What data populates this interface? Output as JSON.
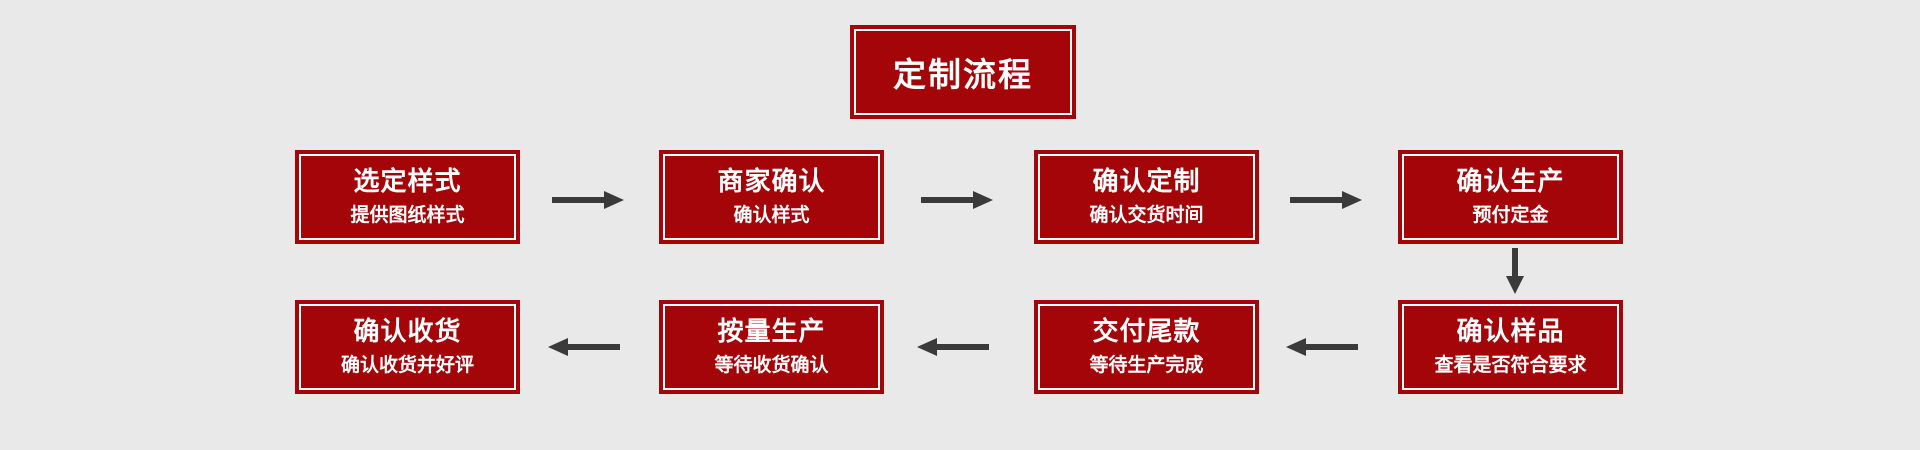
{
  "title": "定制流程",
  "colors": {
    "background": "#e9e9e9",
    "box_fill": "#a30509",
    "box_border": "#ffffff",
    "arrow": "#3a3a3a"
  },
  "steps": [
    {
      "main": "选定样式",
      "sub": "提供图纸样式"
    },
    {
      "main": "商家确认",
      "sub": "确认样式"
    },
    {
      "main": "确认定制",
      "sub": "确认交货时间"
    },
    {
      "main": "确认生产",
      "sub": "预付定金"
    },
    {
      "main": "确认样品",
      "sub": "查看是否符合要求"
    },
    {
      "main": "交付尾款",
      "sub": "等待生产完成"
    },
    {
      "main": "按量生产",
      "sub": "等待收货确认"
    },
    {
      "main": "确认收货",
      "sub": "确认收货并好评"
    }
  ]
}
